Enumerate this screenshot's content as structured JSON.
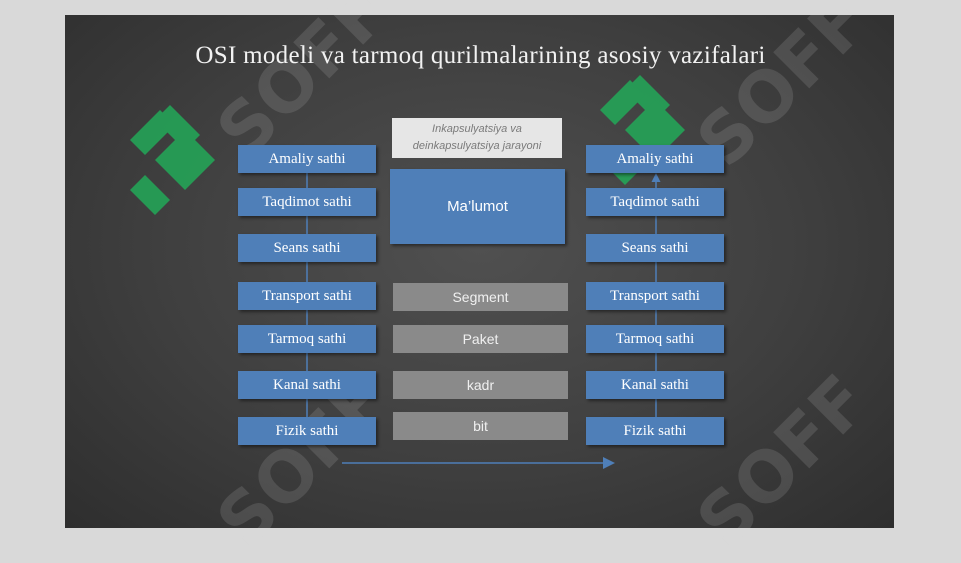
{
  "title": "OSI modeli va tarmoq qurilmalarining asosiy vazifalari",
  "left_layers": [
    "Amaliy sathi",
    "Taqdimot sathi",
    "Seans sathi",
    "Transport sathi",
    "Tarmoq sathi",
    "Kanal sathi",
    "Fizik sathi"
  ],
  "right_layers": [
    "Amaliy sathi",
    "Taqdimot sathi",
    "Seans sathi",
    "Transport sathi",
    "Tarmoq sathi",
    "Kanal sathi",
    "Fizik sathi"
  ],
  "center": {
    "caption": "Inkapsulyatsiya va deinkapsulyatsiya jarayoni",
    "data_unit": "Ma’lumot",
    "units": [
      "Segment",
      "Paket",
      "kadr",
      "bit"
    ]
  },
  "watermark": "SOFF",
  "colors": {
    "layer": "#4f7fb8",
    "unit": "#8a8a8a",
    "board": "#3f3f3f",
    "logo": "#21b05a"
  }
}
